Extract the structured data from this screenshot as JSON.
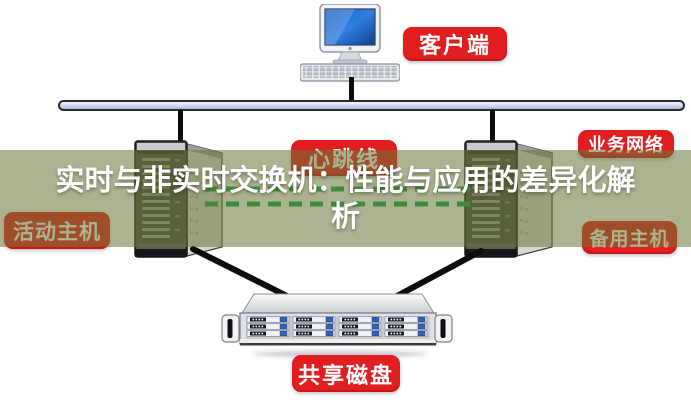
{
  "banner": {
    "title_line1": "实时与非实时交换机：性能与应用的差异化解",
    "title_line2": "析",
    "full_title": "实时与非实时交换机：性能与应用的差异化解析"
  },
  "nodes": {
    "client_label": "客户端",
    "heartbeat_label": "心跳线",
    "business_network_label": "业务网络",
    "active_host_label": "活动主机",
    "standby_host_label": "备用主机",
    "shared_disk_label": "共享磁盘"
  },
  "icons": {
    "client": "desktop-computer-icon",
    "active_host": "tower-server-icon",
    "standby_host": "tower-server-icon",
    "shared_disk": "disk-array-icon",
    "bus": "network-bus-line",
    "heartbeat": "green-dashed-heartbeat-lines"
  },
  "colors": {
    "label_red": "#E21D20",
    "banner_olive": "rgba(104,116,52,0.55)",
    "heartbeat_green": "#12A63E",
    "bus_fill": "#CCD6EE",
    "cable_black": "#0C0C0C"
  }
}
